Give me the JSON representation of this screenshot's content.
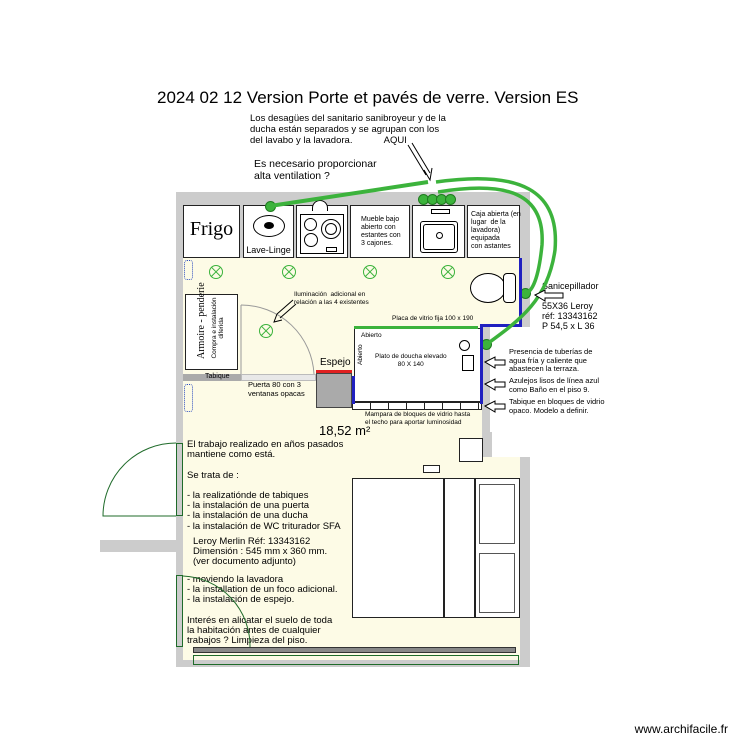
{
  "title": "2024 02 12 Version  Porte et pavés de verre. Version ES",
  "notes": {
    "drains": "Los desagües del sanitario sanibroyeur y de la\nducha están separados y se agrupan con los\ndel lavabo y la lavadora.            AQUI",
    "ventilation": "Es necesario proporcionar\nalta ventilation ?",
    "sanicepillador": "Sanicepillador\n\n55X36 Leroy\nréf: 13343162\nP 54,5 x L 36",
    "tuberias": "Presencia de tuberías de\nagua fría y caliente que\nabastecen la terraza.",
    "azulejos": "Azulejos lisos de línea azul\ncomo Baño en el piso 9.",
    "tabique_vidrio": "Tabique en bloques de vidrio\nopaco. Modelo a definir.",
    "iluminacion": "Iluminación  adicional en\nrelación a las 4 existentes",
    "placa_vidrio": "Placa de vitrio fija 100 x 190",
    "mampara": "Mampara de bloques de vidrio hasta\nel techo para aportar luminosidad",
    "puerta": "Puerta 80 con 3\nventanas opacas",
    "main_text": "El trabajo realizado en años pasados\nmantiene como está.\n\nSe trata de :\n\n- la realizatiónde de tabiques\n- la instalación de una puerta\n- la instalación de una ducha\n- la instalación de WC triturador SFA",
    "leroy_text": "Leroy Merlin Réf: 13343162\nDimensión : 545 mm x 360 mm.\n(ver documento adjunto)",
    "extra_text": "- moviendo la lavadora\n- la installation de un foco adicional.\n- la instalación de espejo.\n\nInterés en alicatar el suelo de toda\nla habitación antes de cualquier\ntrabajos ? Limpieza del piso."
  },
  "rooms": {
    "area": "18,52 m²"
  },
  "labels": {
    "frigo": "Frigo",
    "lave_linge": "Lave-Linge",
    "mueble": "Mueble bajo\nabierto con\nestantes con\n3 cajones.",
    "caja": "Caja abierta (en\nlugar  de la\nlavadora)\nequipada\ncon astantes",
    "armoire": "Armoire - penderie",
    "armoire_sub": "Compra e instalación\ndiferida",
    "tabique": "Tabique",
    "espejo": "Espejo",
    "abierto_top": "Abierto",
    "abierto_side": "Abierto",
    "plato": "Plato de doucha elevado\n80 X 140"
  },
  "colors": {
    "wall": "#cccccc",
    "floor": "#fdfbe6",
    "pipe": "#3cb33c",
    "tile_line": "#2020c0",
    "mirror": "#e02020"
  },
  "footer": "www.archifacile.fr"
}
